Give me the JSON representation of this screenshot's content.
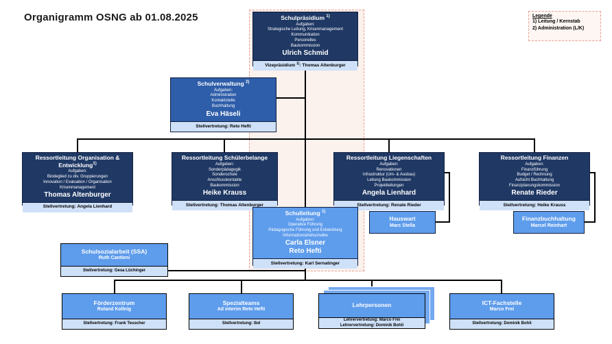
{
  "page": {
    "title": "Organigramm OSNG ab 01.08.2025"
  },
  "legend": {
    "title": "Legende",
    "items": [
      "1) Leitung / Kernstab",
      "2) Administration (L/K)"
    ]
  },
  "labels": {
    "aufgaben": "Aufgaben:"
  },
  "boxes": {
    "schulpraesidium": {
      "title": "Schulpräsidium",
      "sup": "1)",
      "tasks": [
        "Strategische Leitung, Krisenmanagement",
        "Kommunikation",
        "Personelles",
        "Baukommission"
      ],
      "names": [
        "Ulrich Schmid"
      ],
      "bar": {
        "prefix": "Vizepräsidium ",
        "sup": "1)",
        "rest": ": Thomas Altenburger"
      }
    },
    "schulverwaltung": {
      "title": "Schulverwaltung",
      "sup": "2)",
      "tasks": [
        "Administration",
        "Kontaktstelle",
        "Buchhaltung"
      ],
      "names": [
        "Eva Häseli"
      ],
      "bar": "Stellvertretung: Reto Hefti"
    },
    "org_entwicklung": {
      "title": "Ressortleitung Organisation & Entwicklung",
      "sup": "1)",
      "tasks": [
        "Bindeglied zu div. Gruppierungen",
        "Innovation / Evaluation / Organisation",
        "Krisenmanagement"
      ],
      "names": [
        "Thomas Altenburger"
      ],
      "bar": "Stellvertretung: Angela Lienhard"
    },
    "schuelerbelange": {
      "title": "Ressortleitung Schülerbelange",
      "tasks": [
        "Sonderpädagogik",
        "Sonderschule",
        "Anschlusskontakte",
        "Baukommission"
      ],
      "names": [
        "Heike Krauss"
      ],
      "bar": "Stellvertretung: Thomas Altenburger"
    },
    "liegenschaften": {
      "title": "Ressortleitung Liegenschaften",
      "tasks": [
        "Renovationen",
        "Infrastruktur (Um- & Ausbau)",
        "Leitung Baukommission",
        "Projektleitungen"
      ],
      "names": [
        "Angela Lienhard"
      ],
      "bar": "Stellvertretung: Renate Rieder"
    },
    "finanzen": {
      "title": "Ressortleitung Finanzen",
      "tasks": [
        "Finanzführung",
        "Budget / Rechnung",
        "Aufsicht Buchhaltung",
        "Finanzplanungskommission"
      ],
      "names": [
        "Renate Rieder"
      ],
      "bar": "Stellvertretung: Heike Krauss"
    },
    "schulleitung": {
      "title": "Schulleitung",
      "sup": "1)",
      "tasks": [
        "Operative Führung",
        "Pädagogische Führung und Entwicklung",
        "Informationsdrehscheibe"
      ],
      "names": [
        "Carla Elsner",
        "Reto Hefti"
      ],
      "bar": "Stellvertretung: Karl Sernatinger"
    },
    "hauswart": {
      "title": "Hauswart",
      "name": "Marc Stella"
    },
    "finanzbuchhaltung": {
      "title": "Finanzbuchhaltung",
      "name": "Marcel Reinhart"
    },
    "ssa": {
      "title": "Schulsozialarbeit (SSA)",
      "name": "Ruth Cantieni",
      "bar": "Stellvertretung: Gesa Lüchinger"
    },
    "foerderzentrum": {
      "title": "Förderzentrum",
      "name": "Roland Kollnig",
      "bar": "Stellvertretung: Frank Teuscher"
    },
    "spezialteams": {
      "title": "Spezialteams",
      "name": "Ad interim Reto Hefti",
      "bar": "Stellvertretung: tbd"
    },
    "lehrpersonen": {
      "title": "Lehrpersonen",
      "bar_lines": [
        "Lehrervertretung: Marco Frei",
        "Lehrervertretung: Dominik Bohli"
      ]
    },
    "ict": {
      "title": "ICT-Fachstelle",
      "name": "Marco Frei",
      "bar": "Stellvertretung: Dominik Bohli"
    }
  },
  "colors": {
    "dark_navy": "#1F3864",
    "medium_blue": "#2E5DA9",
    "light_blue": "#5E9CEC",
    "bar_blue": "#CFE1F8",
    "kernstab_dashed_border": "#E89F90",
    "kernstab_fill": "#FBF1ED",
    "connector": "#000000"
  }
}
